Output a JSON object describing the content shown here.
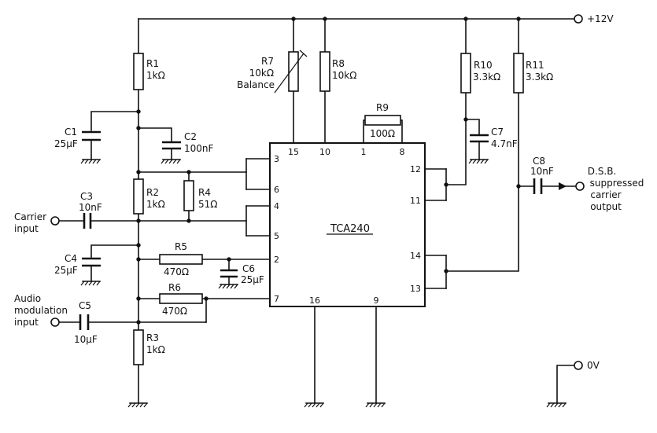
{
  "supply": {
    "plus": "+12V",
    "zero": "0V"
  },
  "ic": {
    "name": "TCA240",
    "pins": [
      "15",
      "10",
      "1",
      "8",
      "3",
      "6",
      "4",
      "5",
      "2",
      "7",
      "16",
      "9",
      "12",
      "11",
      "14",
      "13"
    ]
  },
  "resistors": [
    {
      "ref": "R1",
      "value": "1kΩ"
    },
    {
      "ref": "R2",
      "value": "1kΩ"
    },
    {
      "ref": "R3",
      "value": "1kΩ"
    },
    {
      "ref": "R4",
      "value": "51Ω"
    },
    {
      "ref": "R5",
      "value": "470Ω"
    },
    {
      "ref": "R6",
      "value": "470Ω"
    },
    {
      "ref": "R7",
      "value": "10kΩ",
      "note": "Balance"
    },
    {
      "ref": "R8",
      "value": "10kΩ"
    },
    {
      "ref": "R9",
      "value": "100Ω"
    },
    {
      "ref": "R10",
      "value": "3.3kΩ"
    },
    {
      "ref": "R11",
      "value": "3.3kΩ"
    }
  ],
  "capacitors": [
    {
      "ref": "C1",
      "value": "25µF"
    },
    {
      "ref": "C2",
      "value": "100nF"
    },
    {
      "ref": "C3",
      "value": "10nF"
    },
    {
      "ref": "C4",
      "value": "25µF"
    },
    {
      "ref": "C5",
      "value": "10µF"
    },
    {
      "ref": "C6",
      "value": "25µF"
    },
    {
      "ref": "C7",
      "value": "4.7nF"
    },
    {
      "ref": "C8",
      "value": "10nF"
    }
  ],
  "io": {
    "carrier": [
      "Carrier",
      "input"
    ],
    "audio": [
      "Audio",
      "modulation",
      "input"
    ],
    "output": [
      "D.S.B.",
      "suppressed",
      "carrier",
      "output"
    ]
  }
}
